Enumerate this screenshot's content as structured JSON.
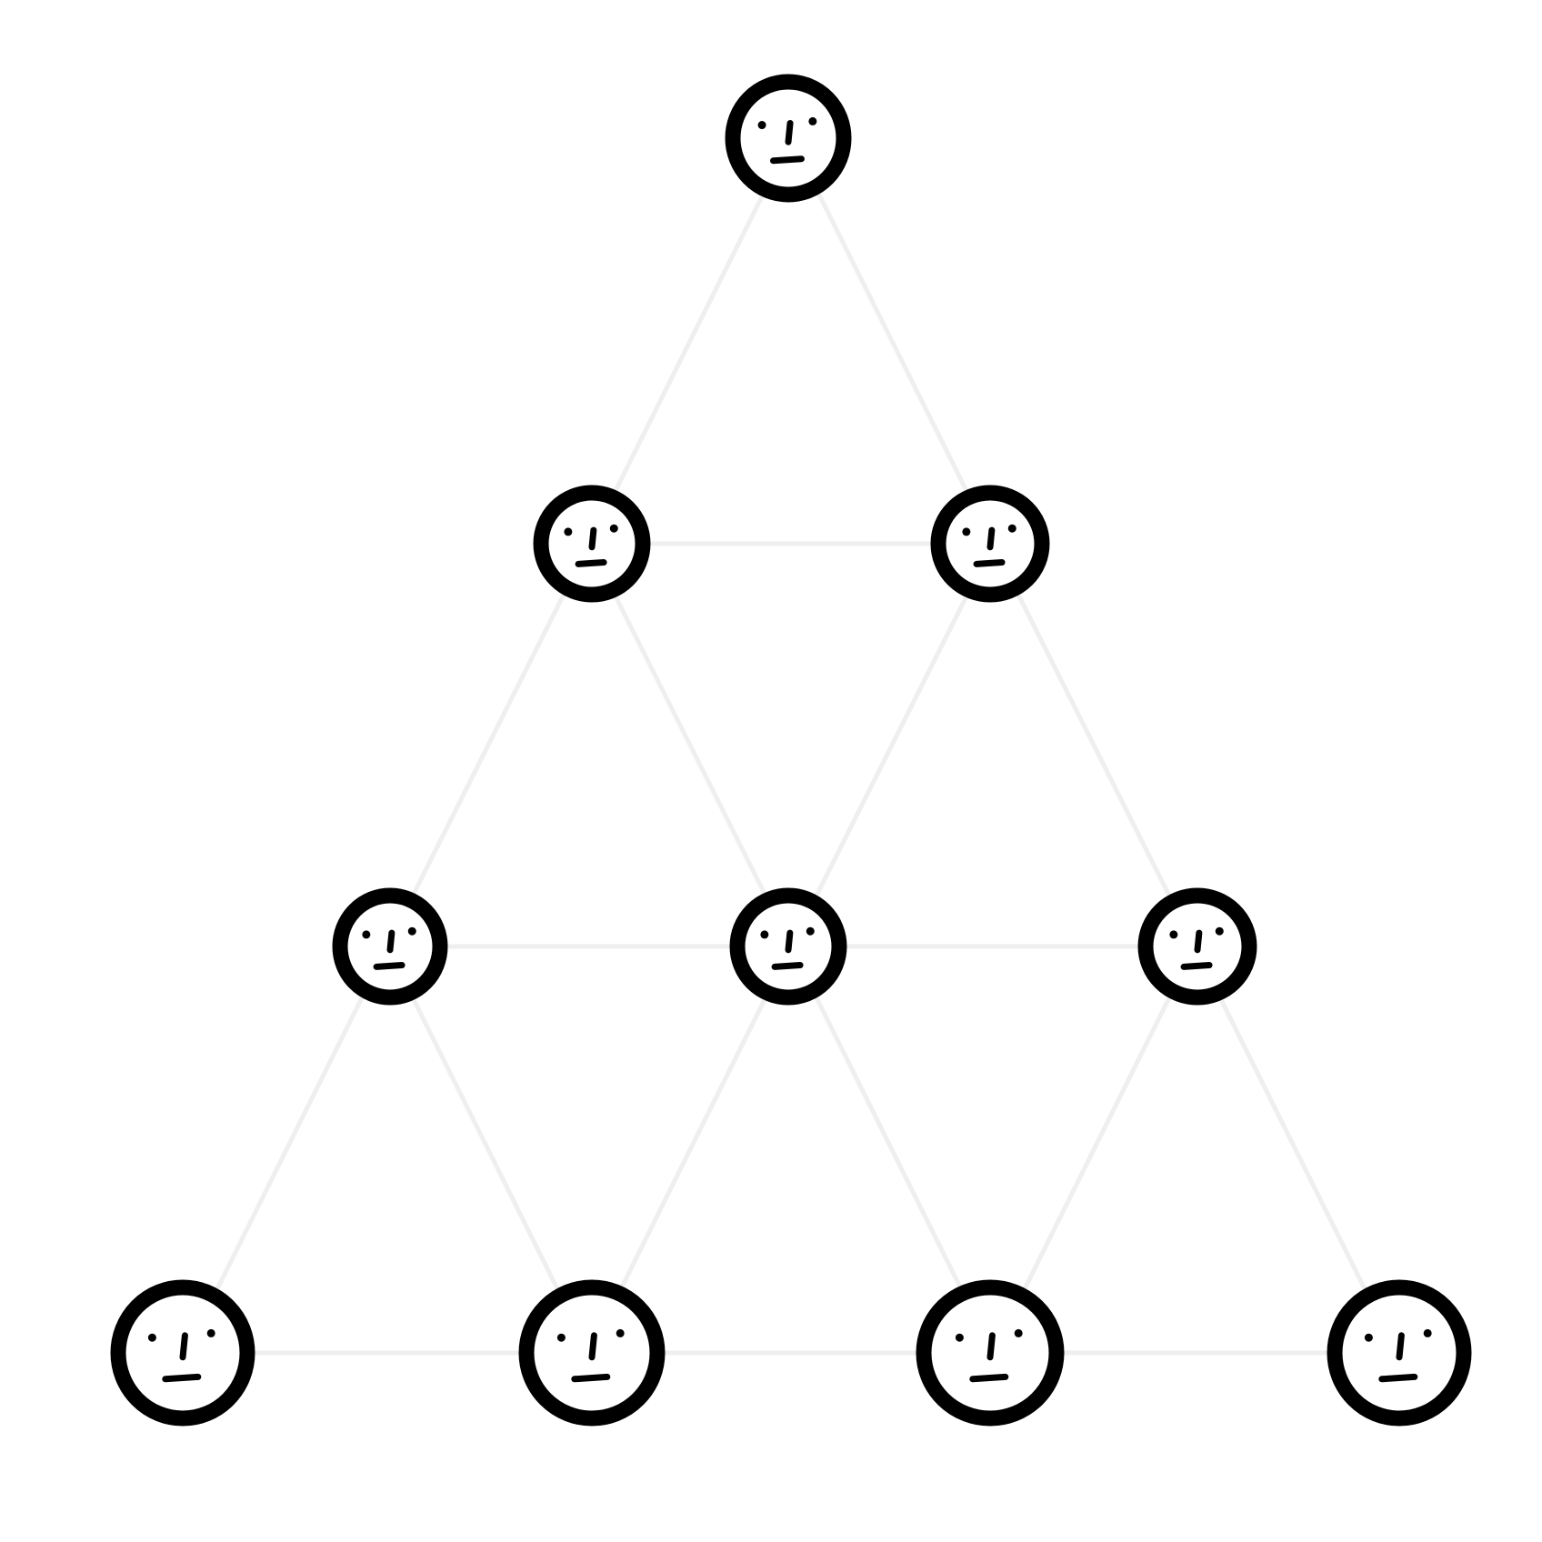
{
  "diagram": {
    "type": "triangular-network",
    "rows": [
      1,
      2,
      3,
      4
    ],
    "node_icon": "face-icon",
    "node_count": 10,
    "edge_style": "light-gray-line",
    "colors": {
      "background": "#ffffff",
      "node_outline": "#000000",
      "edge": "#efefef"
    }
  }
}
